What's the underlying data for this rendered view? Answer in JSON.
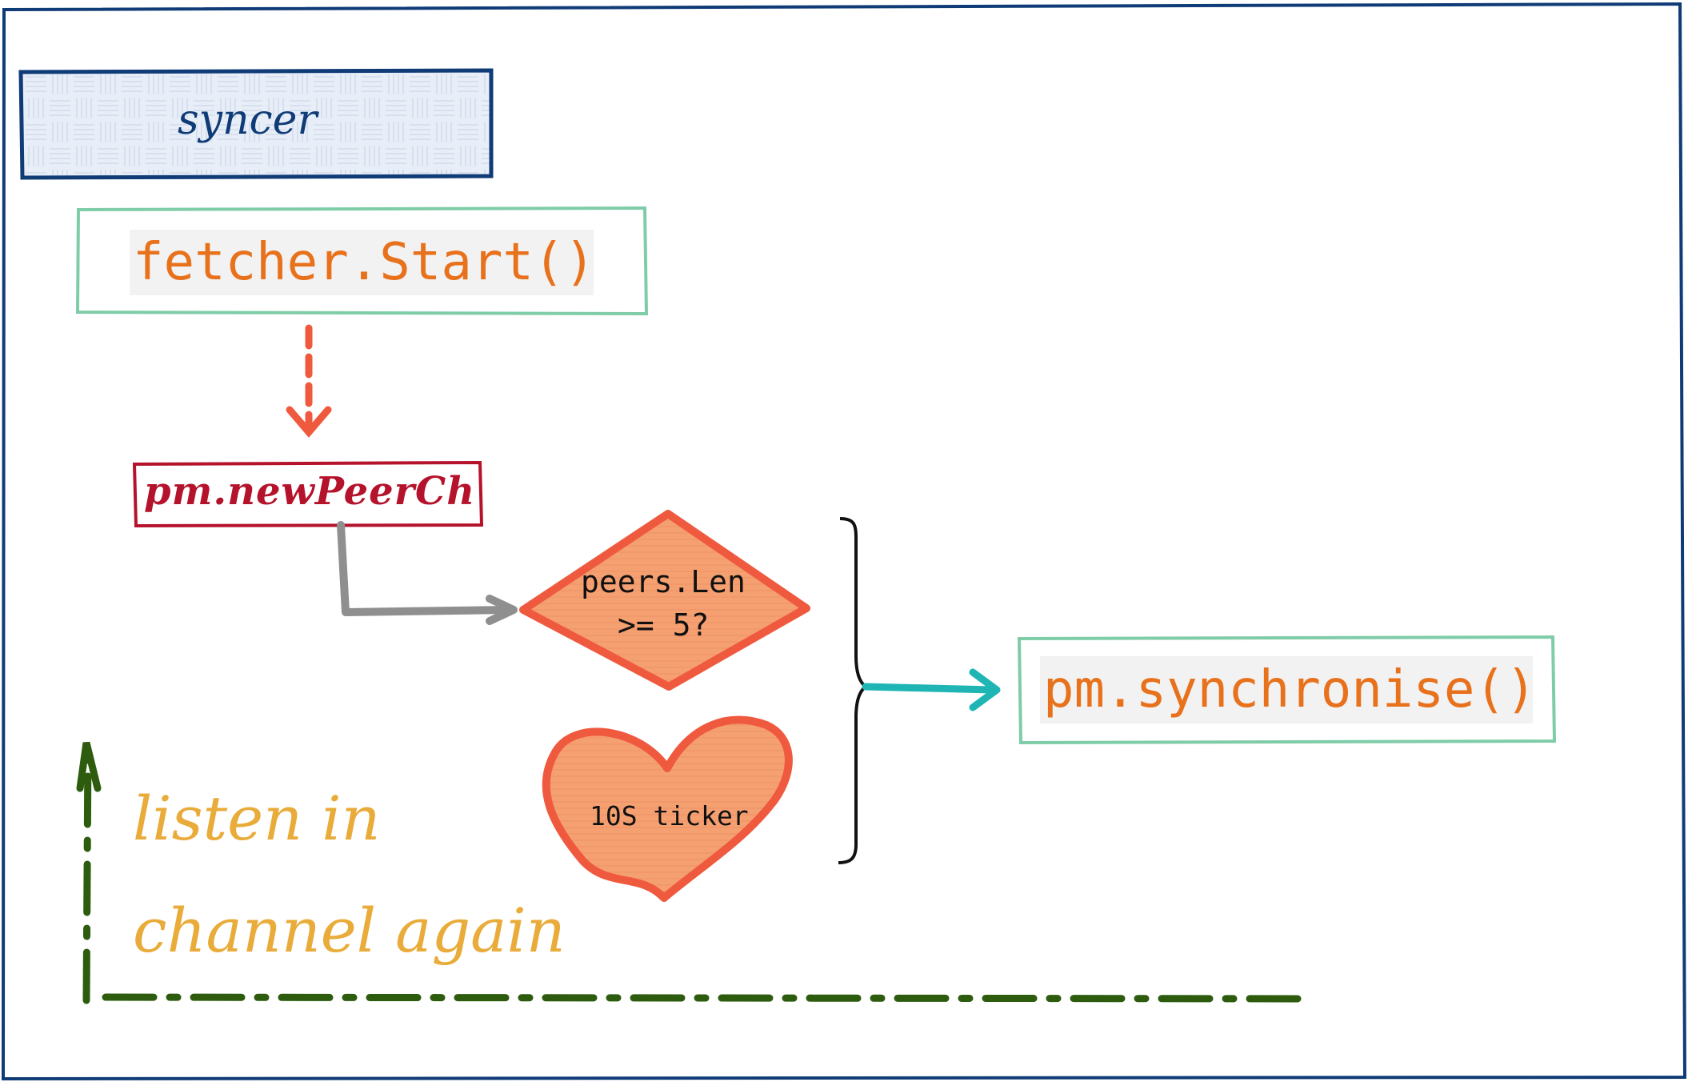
{
  "nodes": {
    "syncer": "syncer",
    "fetcher_start": "fetcher.Start()",
    "new_peer_ch": "pm.newPeerCh",
    "peers_len_line1": "peers.Len",
    "peers_len_line2": ">= 5?",
    "ticker": "10S ticker",
    "synchronise": "pm.synchronise()"
  },
  "annotation": {
    "line1": "listen in",
    "line2": "channel again"
  },
  "colors": {
    "frame": "#0f3b77",
    "syncer_text": "#0f3b77",
    "code_text": "#e8711c",
    "code_box_border": "#7fcca8",
    "new_peer_border": "#b5122b",
    "shape_fill": "#f5a070",
    "shape_stroke": "#ef5a3f",
    "dashed_arrow": "#ef5a3f",
    "gray_arrow": "#8f8f8f",
    "teal_arrow": "#1fb5b5",
    "loop_line": "#2d5c0e",
    "annotation_text": "#e9ab39"
  }
}
